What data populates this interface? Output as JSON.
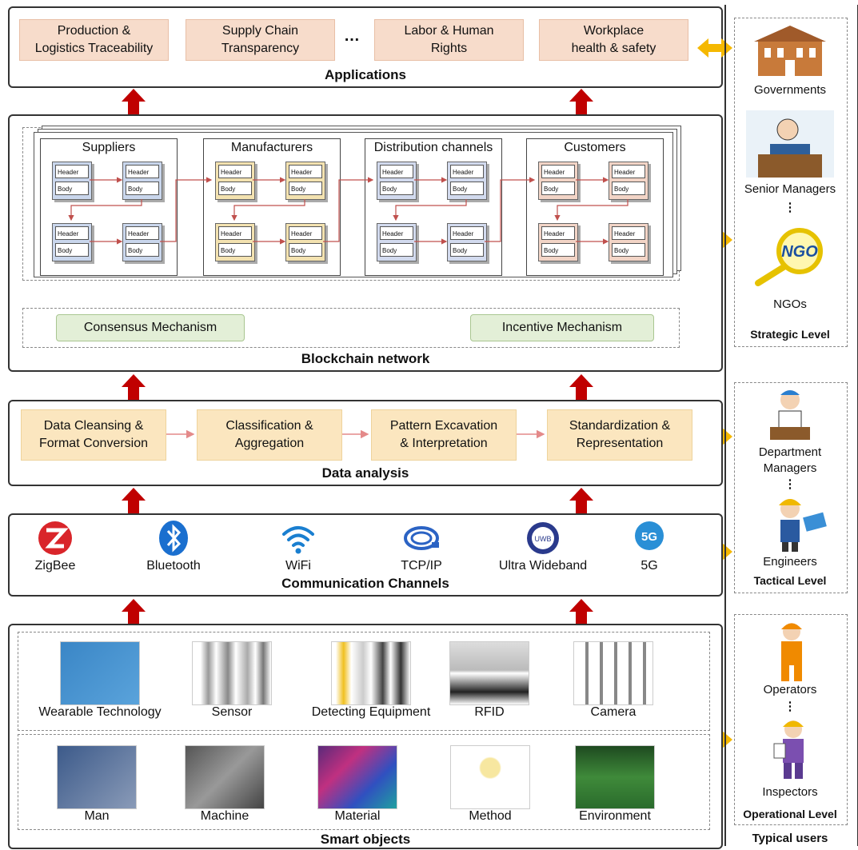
{
  "applications": {
    "title": "Applications",
    "items": [
      "Production &\nLogistics Traceability",
      "Supply Chain\nTransparency",
      "Labor & Human\nRights",
      "Workplace\nhealth & safety"
    ],
    "ellipsis": "…"
  },
  "blockchain": {
    "title": "Blockchain network",
    "groups": [
      "Suppliers",
      "Manufacturers",
      "Distribution channels",
      "Customers"
    ],
    "header_label": "Header",
    "body_label": "Body",
    "consensus": "Consensus Mechanism",
    "incentive": "Incentive Mechanism"
  },
  "data_analysis": {
    "title": "Data analysis",
    "steps": [
      "Data Cleansing &\nFormat Conversion",
      "Classification &\nAggregation",
      "Pattern Excavation\n& Interpretation",
      "Standardization &\nRepresentation"
    ]
  },
  "communication": {
    "title": "Communication Channels",
    "channels": [
      "ZigBee",
      "Bluetooth",
      "WiFi",
      "TCP/IP",
      "Ultra Wideband",
      "5G"
    ],
    "icons": [
      "zigbee-icon",
      "bluetooth-icon",
      "wifi-icon",
      "tcpip-cable-icon",
      "ultra-wideband-icon",
      "5g-icon"
    ],
    "icon_5g_text": "5G",
    "icon_uwb_text": "UWB"
  },
  "smart_objects": {
    "title": "Smart objects",
    "devices": [
      "Wearable Technology",
      "Sensor",
      "Detecting Equipment",
      "RFID",
      "Camera"
    ],
    "resources": [
      "Man",
      "Machine",
      "Material",
      "Method",
      "Environment"
    ]
  },
  "users": {
    "title": "Typical users",
    "strategic": {
      "level": "Strategic Level",
      "roles": [
        "Governments",
        "Senior Managers",
        "NGOs"
      ],
      "dots": "⋮",
      "ngo_text": "NGO"
    },
    "tactical": {
      "level": "Tactical Level",
      "roles": [
        "Department\nManagers",
        "Engineers"
      ],
      "dots": "⋮"
    },
    "operational": {
      "level": "Operational Level",
      "roles": [
        "Operators",
        "Inspectors"
      ],
      "dots": "⋮"
    }
  },
  "colors": {
    "arrow_red": "#c00000",
    "arrow_yellow": "#f5b800",
    "peach": "#f7dccb",
    "yellow": "#fbe6bf",
    "green": "#e3efd7"
  }
}
